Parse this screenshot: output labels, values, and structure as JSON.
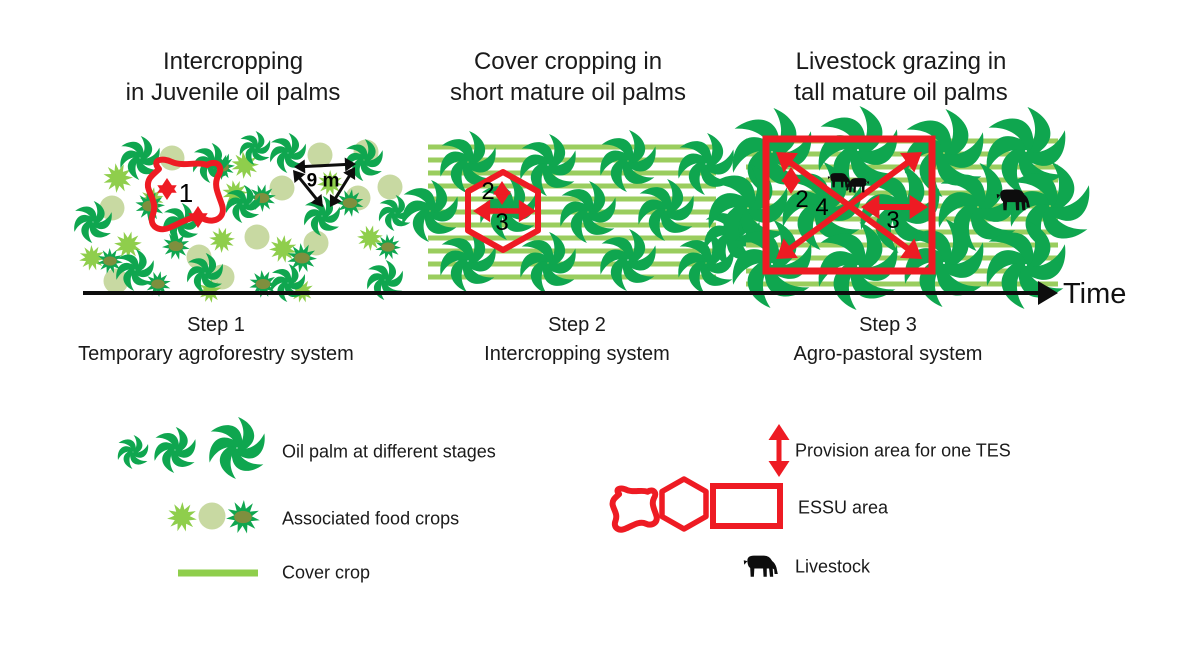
{
  "figure": {
    "time_axis_label": "Time",
    "panels": [
      {
        "title": "Intercropping\nin Juvenile oil palms",
        "step": "Step 1\nTemporary agroforestry system",
        "annotations": {
          "essu_number": "1",
          "palm_spacing": "9 m"
        }
      },
      {
        "title": "Cover cropping in\nshort mature oil palms",
        "step": "Step 2\nIntercropping system",
        "annotations": {
          "tes_number": "2",
          "essu_number": "3"
        }
      },
      {
        "title": "Livestock grazing in\ntall mature oil palms",
        "step": "Step 3\nAgro-pastoral system",
        "annotations": {
          "tes_number": "2",
          "grazing_number": "4",
          "essu_number": "3"
        }
      }
    ],
    "legend": {
      "left": [
        {
          "icon": "oil-palm-icon",
          "label": "Oil palm at different stages"
        },
        {
          "icon": "food-crop-icon",
          "label": "Associated food crops"
        },
        {
          "icon": "cover-crop-line-icon",
          "label": "Cover crop"
        }
      ],
      "right": [
        {
          "icon": "red-vertical-double-arrow-icon",
          "label": "Provision area for one TES"
        },
        {
          "icon": "essu-shapes-icon",
          "label": "ESSU area"
        },
        {
          "icon": "cow-icon",
          "label": "Livestock"
        }
      ]
    },
    "colors": {
      "palm_green": "#0FA64F",
      "cover_crop_green": "#9ACD5E",
      "light_crop_green": "#8FCE4C",
      "pale_crop_green": "#C8D9A2",
      "olive_green": "#7E8F3E",
      "annotation_red": "#EE1B23",
      "ink_black": "#1A1A1A"
    }
  }
}
